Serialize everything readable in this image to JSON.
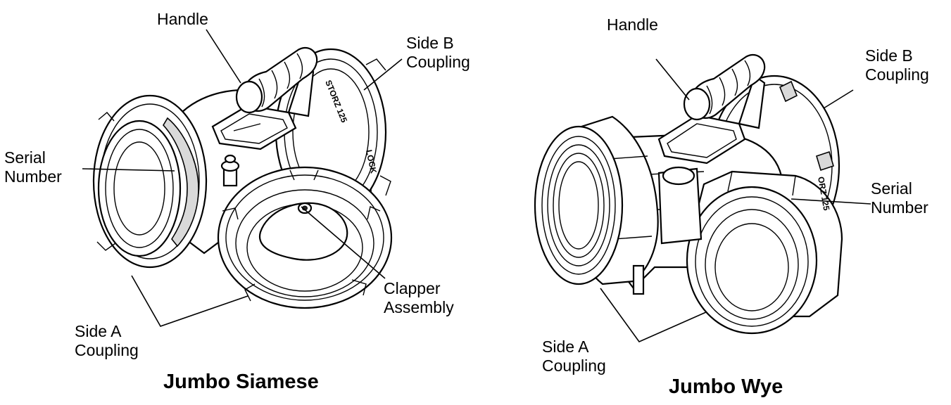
{
  "diagrams": {
    "siamese": {
      "title": "Jumbo Siamese",
      "labels": {
        "handle": "Handle",
        "side_b": [
          "Side B",
          "Coupling"
        ],
        "serial": [
          "Serial",
          "Number"
        ],
        "clapper": [
          "Clapper",
          "Assembly"
        ],
        "side_a": [
          "Side A",
          "Coupling"
        ]
      },
      "markings": {
        "storz": "STORZ 125",
        "lock": "LOCK"
      }
    },
    "wye": {
      "title": "Jumbo Wye",
      "labels": {
        "handle": "Handle",
        "side_b": [
          "Side B",
          "Coupling"
        ],
        "serial": [
          "Serial",
          "Number"
        ],
        "side_a": [
          "Side A",
          "Coupling"
        ]
      },
      "markings": {
        "storz": "ORZ 125"
      }
    }
  }
}
